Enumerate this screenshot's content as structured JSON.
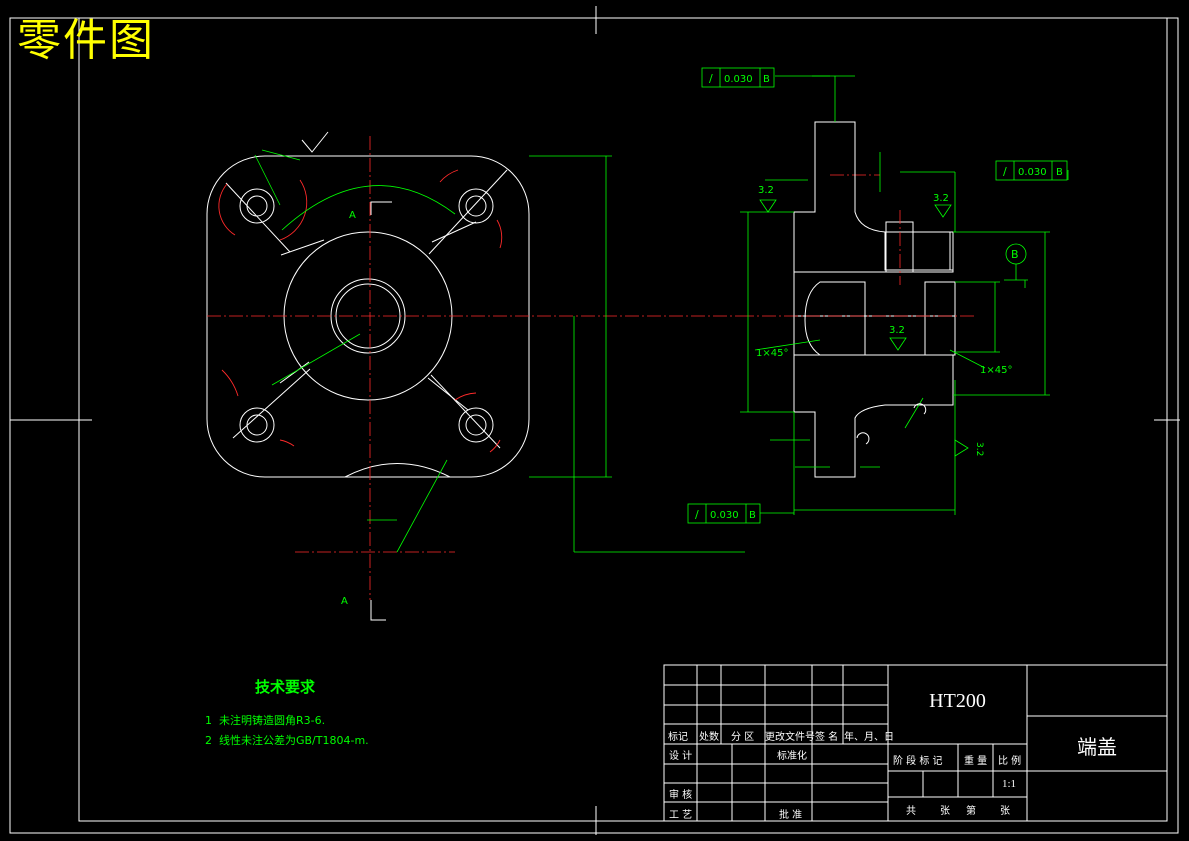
{
  "header": {
    "title": "零件图"
  },
  "section_marks": {
    "label": "A"
  },
  "dimensions": {
    "roughness_a": "3.2",
    "roughness_b": "3.2",
    "roughness_c": "3.2",
    "roughness_d": "3.2",
    "chamfer_left": "1×45°",
    "chamfer_right": "1×45°",
    "datum": "B"
  },
  "tolerance_frames": [
    {
      "symbol": "∕",
      "value": "0.030",
      "datum": "B"
    },
    {
      "symbol": "∕",
      "value": "0.030",
      "datum": "B"
    },
    {
      "symbol": "∕",
      "value": "0.030",
      "datum": "B"
    }
  ],
  "tech_requirements": {
    "title": "技术要求",
    "items": [
      "1  未注明铸造圆角R3-6.",
      "2  线性未注公差为GB/T1804-m."
    ]
  },
  "title_block": {
    "material": "HT200",
    "part_name": "端盖",
    "row_labels": [
      "标记",
      "处数",
      "分 区",
      "更改文件号",
      "签 名",
      "年、月、日"
    ],
    "design": "设 计",
    "standardization": "标准化",
    "review": "审 核",
    "process": "工 艺",
    "approve": "批 准",
    "stage_headers": [
      "阶 段 标 记",
      "重 量",
      "比 例"
    ],
    "scale": "1:1",
    "sheet_info": [
      "共",
      "张",
      "第",
      "张"
    ]
  }
}
